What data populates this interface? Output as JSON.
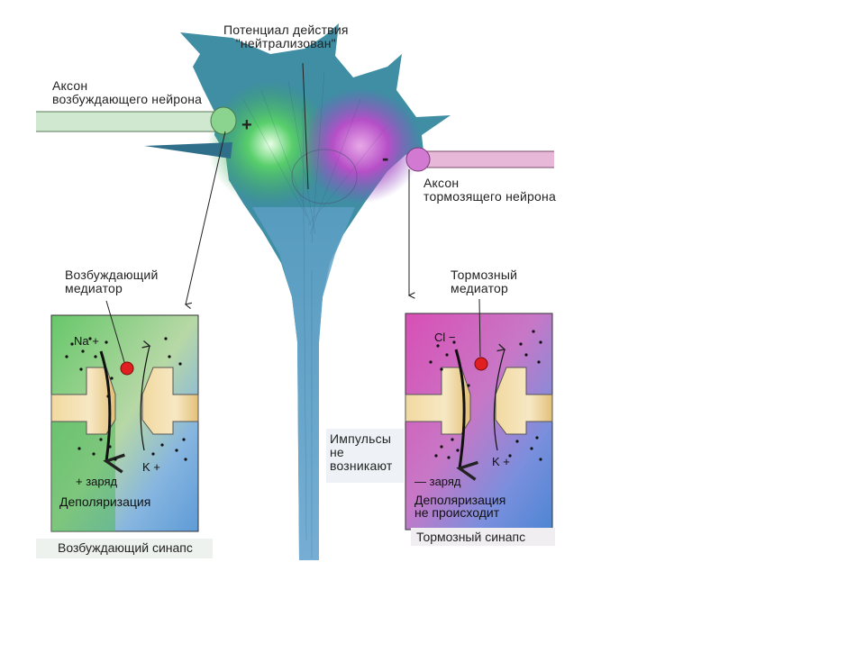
{
  "labels": {
    "action_potential": "Потенциал действия\n\"нейтрализован\"",
    "excitatory_axon": "Аксон\nвозбуждающего нейрона",
    "inhibitory_axon": "Аксон\nтормозящего нейрона",
    "excitatory_mediator": "Возбуждающий\nмедиатор",
    "inhibitory_mediator": "Тормозный\nмедиатор",
    "impulses_absent": "Импульсы\nне\nвозникают",
    "plus_sign": "+",
    "minus_sign": "-"
  },
  "excitatory_synapse": {
    "ion_in": "Na +",
    "ion_out": "K +",
    "charge": "+ заряд",
    "result": "Деполяризация",
    "caption": "Возбуждающий синапс"
  },
  "inhibitory_synapse": {
    "ion_in": "Cl −",
    "ion_out": "K +",
    "charge": "— заряд",
    "result": "Деполяризация\nне происходит",
    "caption": "Тормозный синапс"
  },
  "colors": {
    "excitatory_green": "#3fbf5a",
    "inhibitory_magenta": "#c23fb0",
    "axon_blue": "#6fa7d6",
    "mediator_red": "#e02020",
    "terminal_tan": "#e8c987"
  }
}
